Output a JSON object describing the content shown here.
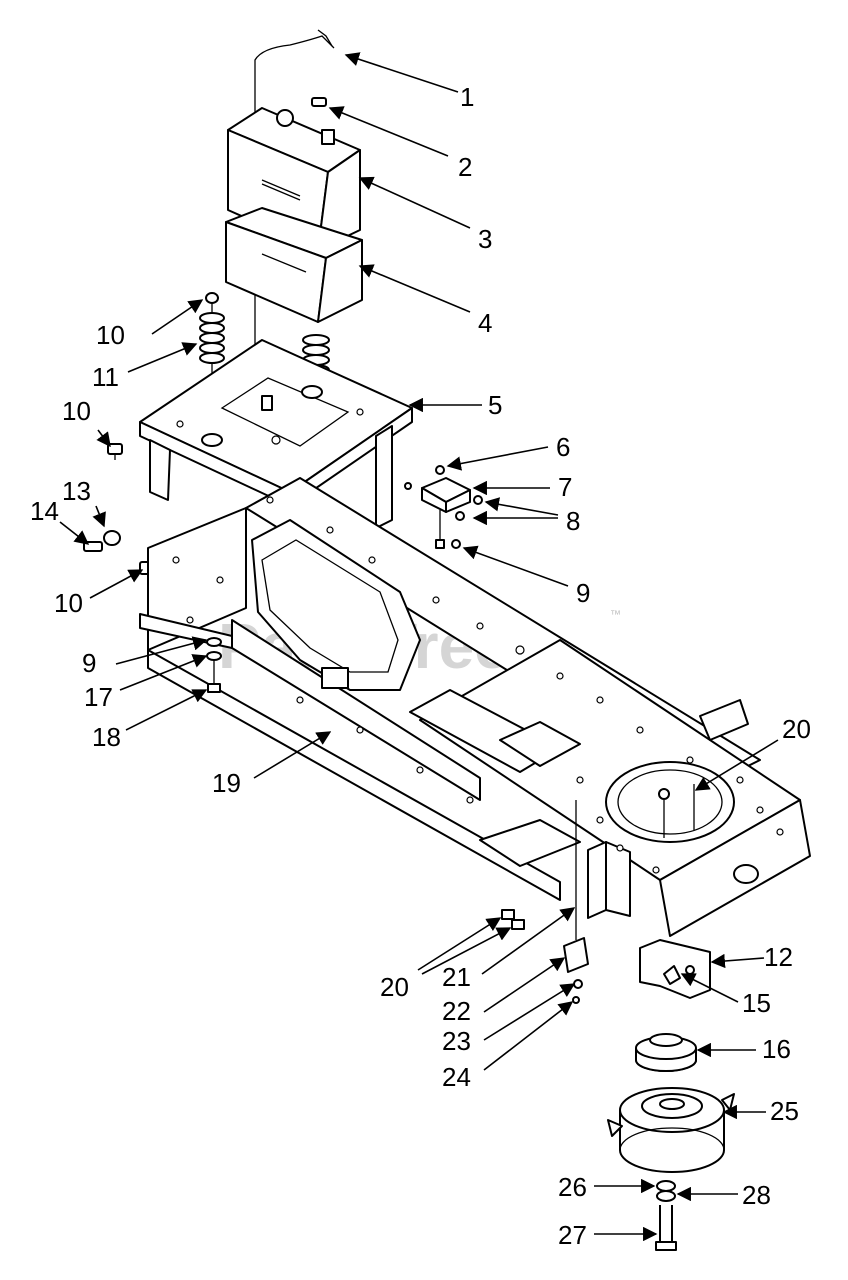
{
  "watermark": {
    "text": "PartsTree",
    "trademark": "™"
  },
  "callouts": [
    {
      "id": "c1",
      "label": "1"
    },
    {
      "id": "c2",
      "label": "2"
    },
    {
      "id": "c3",
      "label": "3"
    },
    {
      "id": "c4",
      "label": "4"
    },
    {
      "id": "c5",
      "label": "5"
    },
    {
      "id": "c6",
      "label": "6"
    },
    {
      "id": "c7",
      "label": "7"
    },
    {
      "id": "c8",
      "label": "8"
    },
    {
      "id": "c9a",
      "label": "9"
    },
    {
      "id": "c9b",
      "label": "9"
    },
    {
      "id": "c10a",
      "label": "10"
    },
    {
      "id": "c10b",
      "label": "10"
    },
    {
      "id": "c10c",
      "label": "10"
    },
    {
      "id": "c11",
      "label": "11"
    },
    {
      "id": "c12",
      "label": "12"
    },
    {
      "id": "c13",
      "label": "13"
    },
    {
      "id": "c14",
      "label": "14"
    },
    {
      "id": "c15",
      "label": "15"
    },
    {
      "id": "c16",
      "label": "16"
    },
    {
      "id": "c17",
      "label": "17"
    },
    {
      "id": "c18",
      "label": "18"
    },
    {
      "id": "c19",
      "label": "19"
    },
    {
      "id": "c20a",
      "label": "20"
    },
    {
      "id": "c20b",
      "label": "20"
    },
    {
      "id": "c21",
      "label": "21"
    },
    {
      "id": "c22",
      "label": "22"
    },
    {
      "id": "c23",
      "label": "23"
    },
    {
      "id": "c24",
      "label": "24"
    },
    {
      "id": "c25",
      "label": "25"
    },
    {
      "id": "c26",
      "label": "26"
    },
    {
      "id": "c27",
      "label": "27"
    },
    {
      "id": "c28",
      "label": "28"
    }
  ]
}
